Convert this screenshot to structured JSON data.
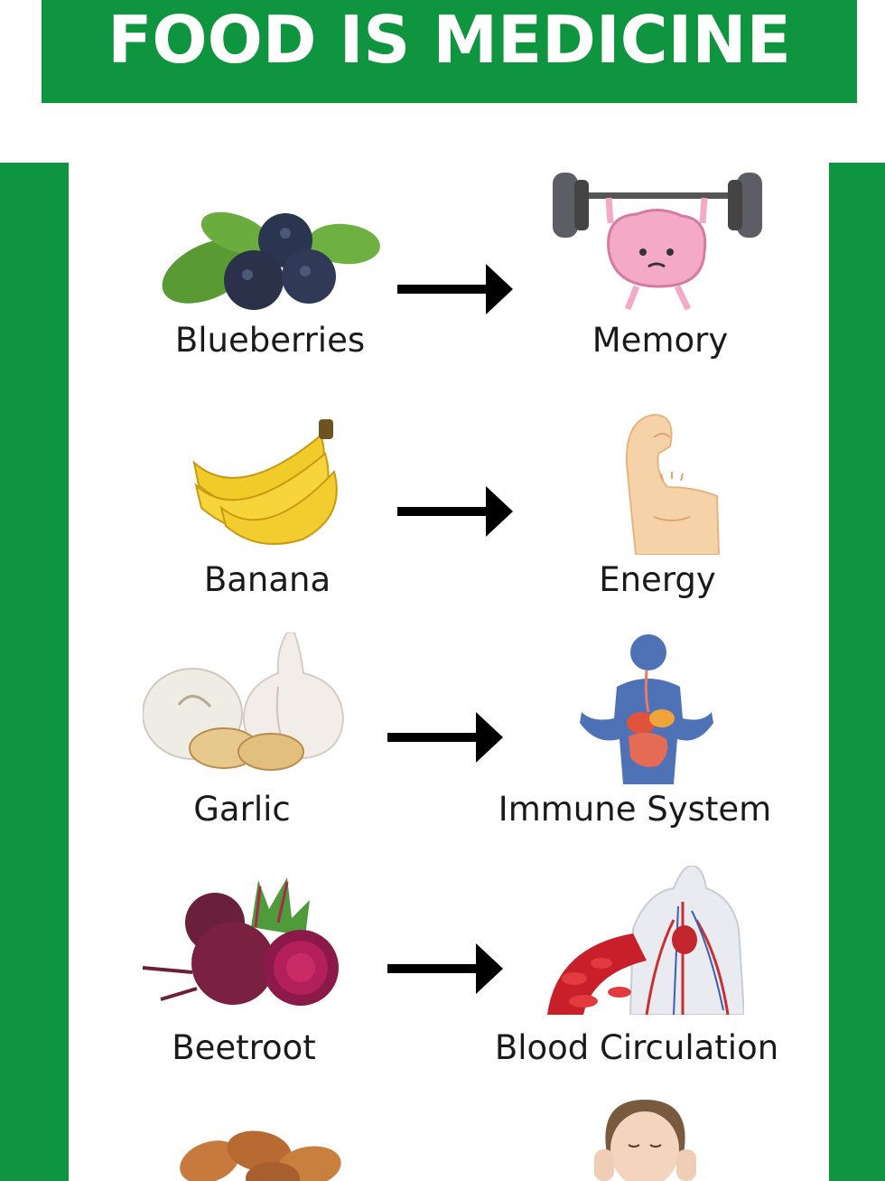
{
  "title": "FOOD IS MEDICINE",
  "colors": {
    "brand_green": "#0f9440",
    "text": "#1a1a1a",
    "arrow": "#000000"
  },
  "rows": [
    {
      "food": "Blueberries",
      "benefit": "Memory",
      "food_icon": "blueberries-icon",
      "benefit_icon": "brain-lifting-weights-icon"
    },
    {
      "food": "Banana",
      "benefit": "Energy",
      "food_icon": "banana-icon",
      "benefit_icon": "flexed-arm-icon"
    },
    {
      "food": "Garlic",
      "benefit": "Immune System",
      "food_icon": "garlic-icon",
      "benefit_icon": "digestive-system-icon"
    },
    {
      "food": "Beetroot",
      "benefit": "Blood Circulation",
      "food_icon": "beetroot-icon",
      "benefit_icon": "circulatory-system-icon"
    },
    {
      "food": "",
      "benefit": "",
      "food_icon": "almonds-icon",
      "benefit_icon": "face-skin-icon"
    }
  ]
}
